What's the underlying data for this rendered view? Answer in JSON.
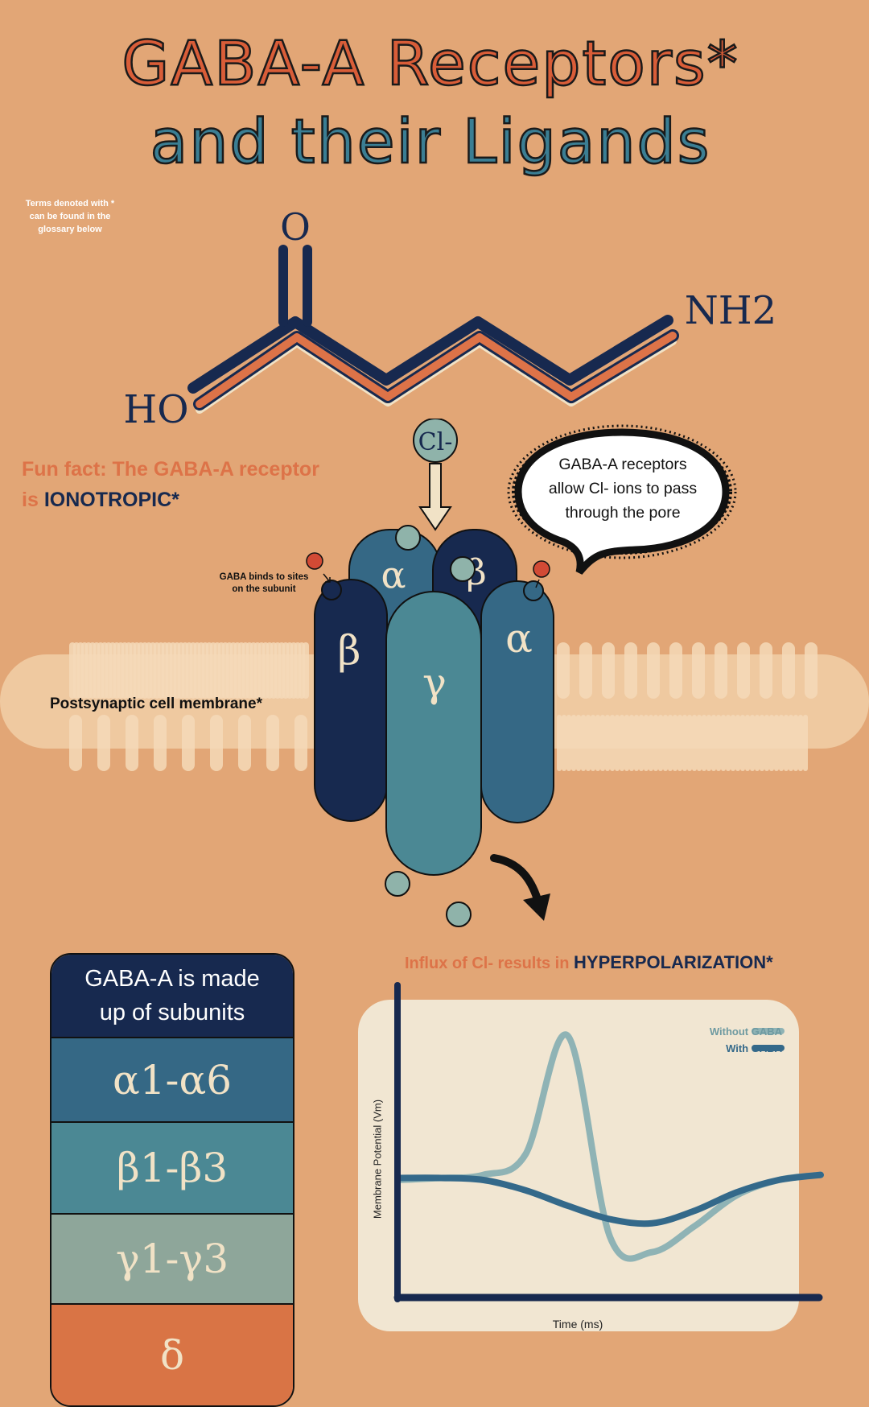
{
  "title": {
    "line1": "GABA-A Receptors*",
    "line2": "and their Ligands"
  },
  "glossary_note": [
    "Terms denoted with *",
    "can be found in the",
    "glossary below"
  ],
  "molecule": {
    "top_atom": "O",
    "left_group": "HO",
    "right_group": "NH2"
  },
  "ion": {
    "label": "Cl-"
  },
  "fun_fact": {
    "prefix": "Fun fact: The GABA-A receptor is",
    "emphasis": "IONOTROPIC*"
  },
  "speech_bubble": [
    "GABA-A receptors",
    "allow  Cl- ions to pass",
    "through the pore"
  ],
  "binding_note": [
    "GABA binds to sites",
    "on the subunit"
  ],
  "receptor_subunits": {
    "back_left": "α",
    "back_right": "β",
    "front_left": "β",
    "front_center": "γ",
    "front_right": "α"
  },
  "membrane_label": "Postsynaptic cell membrane*",
  "subunit_table": {
    "header": [
      "GABA-A is made",
      "up of subunits"
    ],
    "rows": [
      "α1-α6",
      "β1-β3",
      "γ1-γ3",
      "δ"
    ]
  },
  "influx_caption": {
    "prefix": "Influx of Cl- results in",
    "emphasis": "HYPERPOLARIZATION*"
  },
  "chart_data": {
    "type": "line",
    "title": "",
    "xlabel": "Time (ms)",
    "ylabel": "Membrane Potential (Vm)",
    "legend_position": "top-right",
    "grid": false,
    "x": [
      0,
      1,
      2,
      3,
      4,
      5,
      6,
      7,
      8,
      9,
      10
    ],
    "series": [
      {
        "name": "Without GABA",
        "color": "#8FB3B5",
        "values": [
          0,
          0.02,
          0.05,
          0.25,
          1.4,
          -0.55,
          -0.7,
          -0.45,
          -0.15,
          0.0,
          0.05
        ]
      },
      {
        "name": "With GABA",
        "color": "#34698A",
        "values": [
          0.02,
          0.02,
          0.0,
          -0.1,
          -0.25,
          -0.38,
          -0.42,
          -0.3,
          -0.12,
          0.0,
          0.05
        ]
      }
    ]
  },
  "colors": {
    "background": "#E2A676",
    "navy": "#17294F",
    "orange": "#DD7348",
    "teal": "#4B8894",
    "cream": "#F1E2C6"
  }
}
